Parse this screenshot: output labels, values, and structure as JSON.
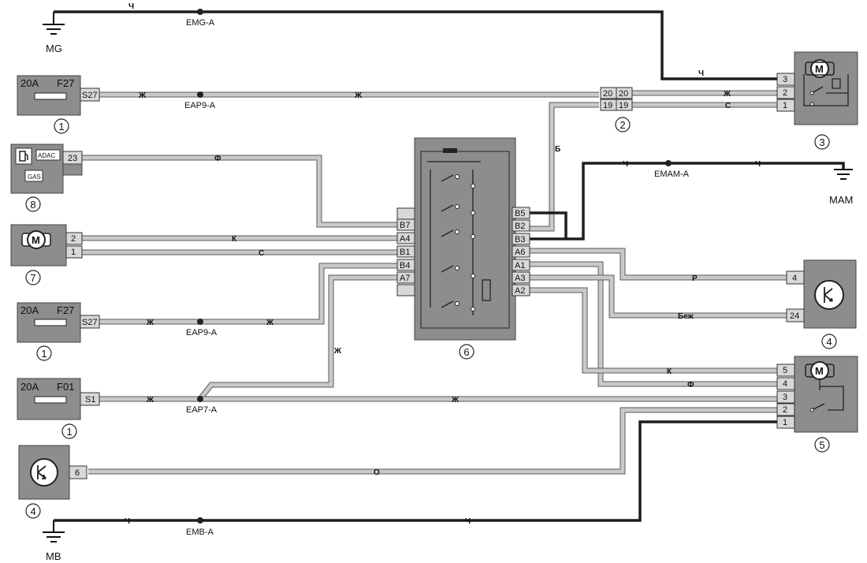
{
  "grounds": {
    "mg": "MG",
    "mam": "MAM",
    "mb": "MB"
  },
  "splices": {
    "emg": "EMG-A",
    "eap9_top": "EAP9-A",
    "eap9_mid": "EAP9-A",
    "eap7": "EAP7-A",
    "emam": "EMAM-A",
    "emb": "EMB-A"
  },
  "wire_colors": {
    "ch": "Ч",
    "zh": "Ж",
    "s": "С",
    "f": "Ф",
    "k": "К",
    "b": "Б",
    "r": "Р",
    "bezh": "Беж",
    "o": "О"
  },
  "fuses": [
    {
      "amp": "20A",
      "code": "F27",
      "pin": "S27"
    },
    {
      "amp": "20A",
      "code": "F27",
      "pin": "S27"
    },
    {
      "amp": "20A",
      "code": "F01",
      "pin": "S1"
    }
  ],
  "dashboard": {
    "labels": [
      "ADAC",
      "GAS"
    ],
    "pin": "23"
  },
  "motor_symbol": "M",
  "pins": {
    "motor7": [
      "2",
      "1"
    ],
    "connector2_left": [
      "20",
      "19"
    ],
    "connector2_right": [
      "20",
      "19"
    ],
    "motor3": [
      "3",
      "2",
      "1"
    ],
    "switch6_left": [
      "B7",
      "A4",
      "B1",
      "B4",
      "A7"
    ],
    "switch6_right": [
      "B5",
      "B2",
      "B3",
      "A6",
      "A1",
      "A3",
      "A2"
    ],
    "sensor4_top": [
      "4",
      "24"
    ],
    "motor5": [
      "5",
      "4",
      "3",
      "2",
      "1"
    ],
    "sensor4_bottom": "6"
  },
  "callouts": {
    "fuse_top": "1",
    "connector2": "2",
    "motor3": "3",
    "dashboard8": "8",
    "motor7": "7",
    "fuse_mid": "1",
    "switch6": "6",
    "sensor4_top": "4",
    "fuse_bot": "1",
    "motor5": "5",
    "sensor4_bottom": "4"
  }
}
